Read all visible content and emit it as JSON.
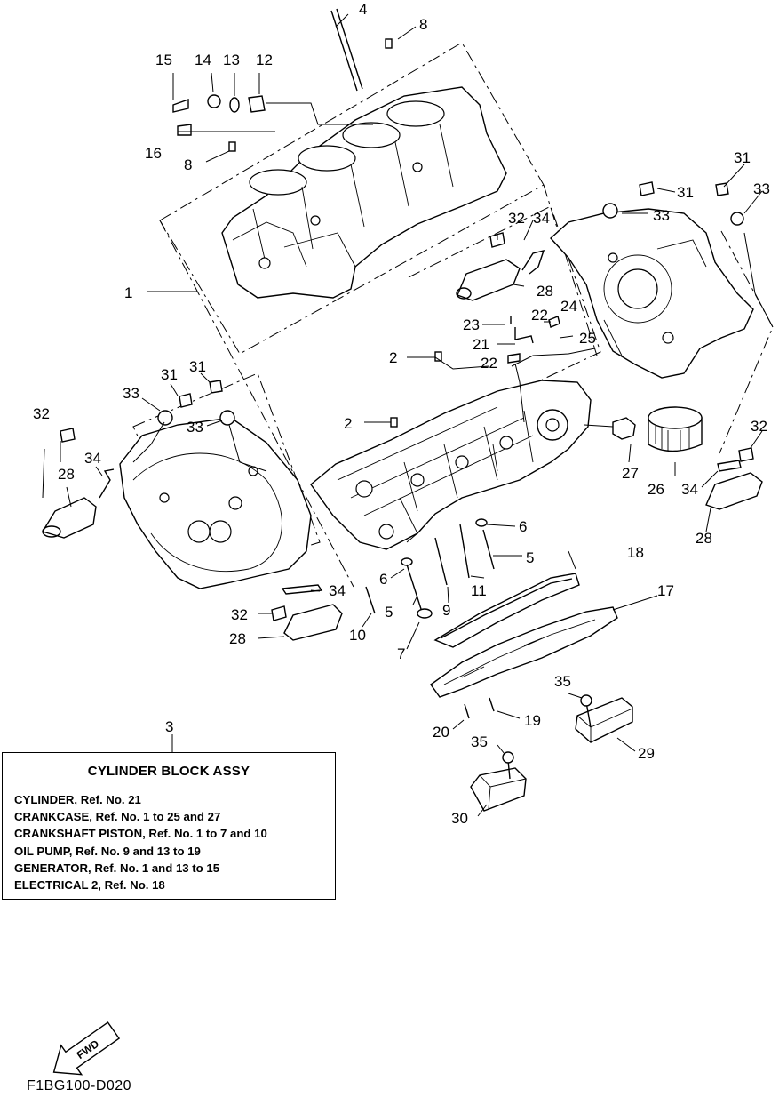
{
  "callouts": [
    "1",
    "2",
    "2",
    "3",
    "4",
    "5",
    "5",
    "6",
    "6",
    "7",
    "8",
    "8",
    "9",
    "10",
    "11",
    "12",
    "13",
    "14",
    "15",
    "16",
    "17",
    "18",
    "19",
    "20",
    "21",
    "22",
    "22",
    "23",
    "24",
    "25",
    "26",
    "27",
    "28",
    "28",
    "28",
    "28",
    "29",
    "30",
    "31",
    "31",
    "31",
    "31",
    "32",
    "32",
    "32",
    "32",
    "33",
    "33",
    "33",
    "33",
    "34",
    "34",
    "34",
    "34",
    "35",
    "35"
  ],
  "assy": {
    "title": "CYLINDER BLOCK ASSY",
    "lines": [
      "CYLINDER,  Ref. No. 21",
      "CRANKCASE,  Ref. No. 1 to 25 and 27",
      "CRANKSHAFT PISTON, Ref. No. 1 to 7 and 10",
      "OIL PUMP, Ref. No. 9 and 13 to 19",
      "GENERATOR, Ref. No. 1 and 13 to 15",
      "ELECTRICAL 2, Ref. No. 18"
    ]
  },
  "fwd_label": "FWD",
  "figure_code": "F1BG100-D020"
}
